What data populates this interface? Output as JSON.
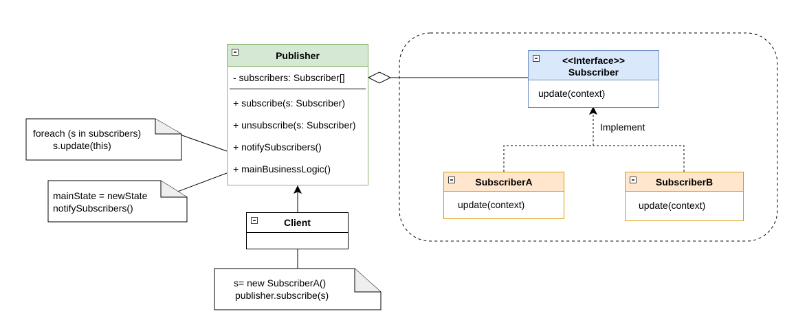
{
  "publisher": {
    "title": "Publisher",
    "field": "- subscribers: Subscriber[]",
    "methods": [
      "+ subscribe(s: Subscriber)",
      "+ unsubscribe(s: Subscriber)",
      "+ notifySubscribers()",
      "+ mainBusinessLogic()"
    ]
  },
  "subscriber": {
    "stereotype": "<<Interface>>",
    "title": "Subscriber",
    "method": "update(context)"
  },
  "subscriber_a": {
    "title": "SubscriberA",
    "method": "update(context)"
  },
  "subscriber_b": {
    "title": "SubscriberB",
    "method": "update(context)"
  },
  "client": {
    "title": "Client"
  },
  "notes": {
    "notify": [
      "foreach (s in subscribers)",
      "s.update(this)"
    ],
    "business": [
      "mainState = newState",
      "notifySubscribers()"
    ],
    "client": [
      "s= new SubscriberA()",
      "publisher.subscribe(s)"
    ]
  },
  "edge_labels": {
    "implement": "Implement"
  },
  "colors": {
    "publisher_fill": "#d5e8d4",
    "publisher_border": "#82b366",
    "interface_fill": "#dae8fc",
    "interface_border": "#6c8ebf",
    "impl_fill": "#ffe6cc",
    "impl_border": "#d79b00",
    "note_fill": "#ffffff"
  }
}
